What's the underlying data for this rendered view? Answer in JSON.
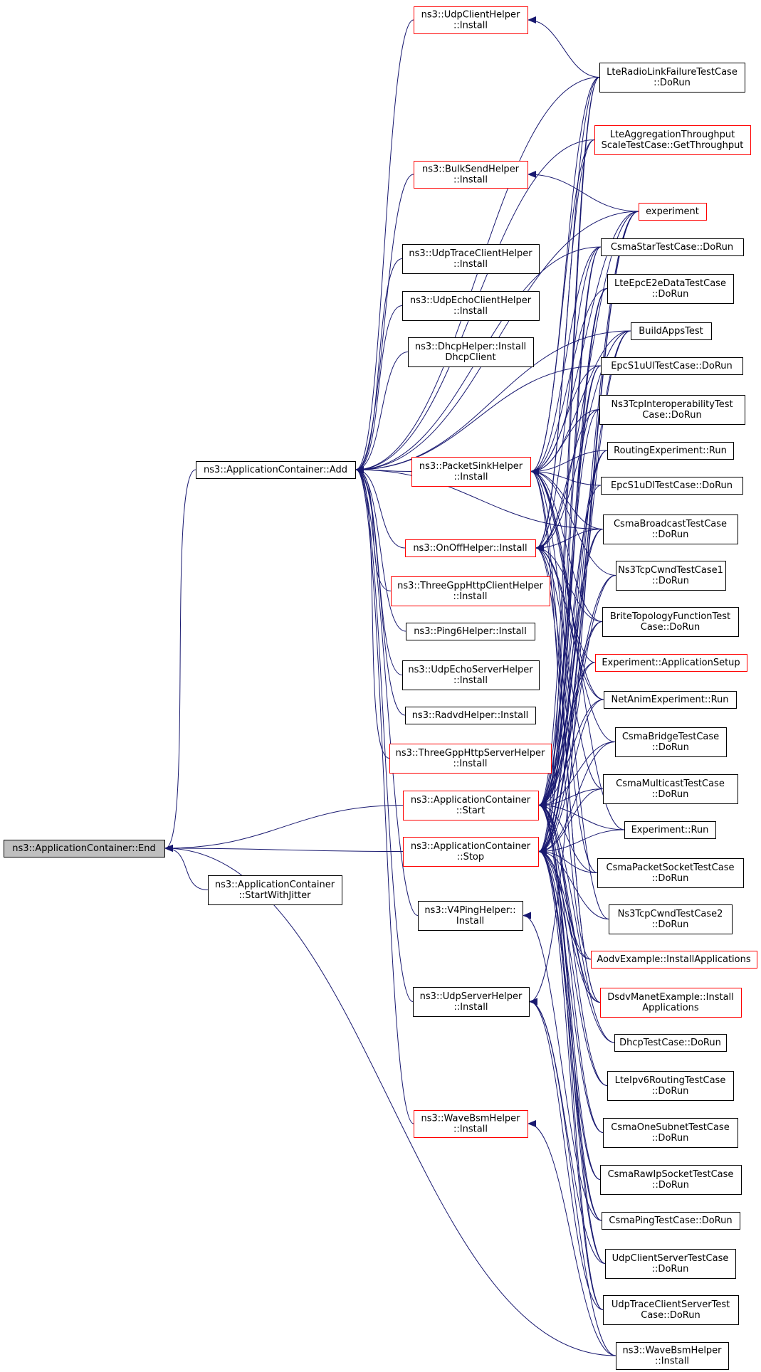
{
  "colors": {
    "edge": "#191970",
    "node_border": "#000000",
    "node_border_has_more": "#ff0000",
    "focus_fill": "#bfbfbf",
    "background": "#ffffff"
  },
  "nodes": [
    {
      "id": "end",
      "lines": [
        "ns3::ApplicationContainer::End"
      ],
      "style": "focus"
    },
    {
      "id": "add",
      "lines": [
        "ns3::ApplicationContainer::Add"
      ],
      "style": "normal"
    },
    {
      "id": "startwj",
      "lines": [
        "ns3::ApplicationContainer",
        "::StartWithJitter"
      ],
      "style": "normal"
    },
    {
      "id": "start",
      "lines": [
        "ns3::ApplicationContainer",
        "::Start"
      ],
      "style": "red"
    },
    {
      "id": "stop",
      "lines": [
        "ns3::ApplicationContainer",
        "::Stop"
      ],
      "style": "red"
    },
    {
      "id": "udpclient",
      "lines": [
        "ns3::UdpClientHelper",
        "::Install"
      ],
      "style": "red"
    },
    {
      "id": "bulksend",
      "lines": [
        "ns3::BulkSendHelper",
        "::Install"
      ],
      "style": "red"
    },
    {
      "id": "udptrace",
      "lines": [
        "ns3::UdpTraceClientHelper",
        "::Install"
      ],
      "style": "normal"
    },
    {
      "id": "udpechoclient",
      "lines": [
        "ns3::UdpEchoClientHelper",
        "::Install"
      ],
      "style": "normal"
    },
    {
      "id": "dhcp",
      "lines": [
        "ns3::DhcpHelper::Install",
        "DhcpClient"
      ],
      "style": "normal"
    },
    {
      "id": "packetsink",
      "lines": [
        "ns3::PacketSinkHelper",
        "::Install"
      ],
      "style": "red"
    },
    {
      "id": "onoff",
      "lines": [
        "ns3::OnOffHelper::Install"
      ],
      "style": "red"
    },
    {
      "id": "httpclient",
      "lines": [
        "ns3::ThreeGppHttpClientHelper",
        "::Install"
      ],
      "style": "red"
    },
    {
      "id": "ping6",
      "lines": [
        "ns3::Ping6Helper::Install"
      ],
      "style": "normal"
    },
    {
      "id": "udpechoserver",
      "lines": [
        "ns3::UdpEchoServerHelper",
        "::Install"
      ],
      "style": "normal"
    },
    {
      "id": "radvd",
      "lines": [
        "ns3::RadvdHelper::Install"
      ],
      "style": "normal"
    },
    {
      "id": "httpserver",
      "lines": [
        "ns3::ThreeGppHttpServerHelper",
        "::Install"
      ],
      "style": "red"
    },
    {
      "id": "v4ping",
      "lines": [
        "ns3::V4PingHelper::",
        "Install"
      ],
      "style": "normal"
    },
    {
      "id": "udpserver",
      "lines": [
        "ns3::UdpServerHelper",
        "::Install"
      ],
      "style": "normal"
    },
    {
      "id": "wavebsm",
      "lines": [
        "ns3::WaveBsmHelper",
        "::Install"
      ],
      "style": "red"
    },
    {
      "id": "lteradio",
      "lines": [
        "LteRadioLinkFailureTestCase",
        "::DoRun"
      ],
      "style": "normal"
    },
    {
      "id": "lteagg",
      "lines": [
        "LteAggregationThroughput",
        "ScaleTestCase::GetThroughput"
      ],
      "style": "red"
    },
    {
      "id": "experiment",
      "lines": [
        "experiment"
      ],
      "style": "red"
    },
    {
      "id": "csmastar",
      "lines": [
        "CsmaStarTestCase::DoRun"
      ],
      "style": "normal"
    },
    {
      "id": "lteepce2e",
      "lines": [
        "LteEpcE2eDataTestCase",
        "::DoRun"
      ],
      "style": "normal"
    },
    {
      "id": "buildapps",
      "lines": [
        "BuildAppsTest"
      ],
      "style": "normal"
    },
    {
      "id": "epcs1uul",
      "lines": [
        "EpcS1uUlTestCase::DoRun"
      ],
      "style": "normal"
    },
    {
      "id": "ns3tcpinterop",
      "lines": [
        "Ns3TcpInteroperabilityTest",
        "Case::DoRun"
      ],
      "style": "normal"
    },
    {
      "id": "routingexp",
      "lines": [
        "RoutingExperiment::Run"
      ],
      "style": "normal"
    },
    {
      "id": "epcs1udl",
      "lines": [
        "EpcS1uDlTestCase::DoRun"
      ],
      "style": "normal"
    },
    {
      "id": "csmabroadcast",
      "lines": [
        "CsmaBroadcastTestCase",
        "::DoRun"
      ],
      "style": "normal"
    },
    {
      "id": "ns3tcpcwnd1",
      "lines": [
        "Ns3TcpCwndTestCase1",
        "::DoRun"
      ],
      "style": "normal"
    },
    {
      "id": "brite",
      "lines": [
        "BriteTopologyFunctionTest",
        "Case::DoRun"
      ],
      "style": "normal"
    },
    {
      "id": "expappsetup",
      "lines": [
        "Experiment::ApplicationSetup"
      ],
      "style": "red"
    },
    {
      "id": "netanim",
      "lines": [
        "NetAnimExperiment::Run"
      ],
      "style": "normal"
    },
    {
      "id": "csmabridge",
      "lines": [
        "CsmaBridgeTestCase",
        "::DoRun"
      ],
      "style": "normal"
    },
    {
      "id": "csmamulticast",
      "lines": [
        "CsmaMulticastTestCase",
        "::DoRun"
      ],
      "style": "normal"
    },
    {
      "id": "exprun",
      "lines": [
        "Experiment::Run"
      ],
      "style": "normal"
    },
    {
      "id": "csmapacketsocket",
      "lines": [
        "CsmaPacketSocketTestCase",
        "::DoRun"
      ],
      "style": "normal"
    },
    {
      "id": "ns3tcpcwnd2",
      "lines": [
        "Ns3TcpCwndTestCase2",
        "::DoRun"
      ],
      "style": "normal"
    },
    {
      "id": "aodv",
      "lines": [
        "AodvExample::InstallApplications"
      ],
      "style": "red"
    },
    {
      "id": "dsdv",
      "lines": [
        "DsdvManetExample::Install",
        "Applications"
      ],
      "style": "red"
    },
    {
      "id": "dhcptest",
      "lines": [
        "DhcpTestCase::DoRun"
      ],
      "style": "normal"
    },
    {
      "id": "lteipv6",
      "lines": [
        "LteIpv6RoutingTestCase",
        "::DoRun"
      ],
      "style": "normal"
    },
    {
      "id": "csmaonesubnet",
      "lines": [
        "CsmaOneSubnetTestCase",
        "::DoRun"
      ],
      "style": "normal"
    },
    {
      "id": "csmarawip",
      "lines": [
        "CsmaRawIpSocketTestCase",
        "::DoRun"
      ],
      "style": "normal"
    },
    {
      "id": "csmaping",
      "lines": [
        "CsmaPingTestCase::DoRun"
      ],
      "style": "normal"
    },
    {
      "id": "udpcs",
      "lines": [
        "UdpClientServerTestCase",
        "::DoRun"
      ],
      "style": "normal"
    },
    {
      "id": "udptracecs",
      "lines": [
        "UdpTraceClientServerTest",
        "Case::DoRun"
      ],
      "style": "normal"
    },
    {
      "id": "wavebsm2",
      "lines": [
        "ns3::WaveBsmHelper",
        "::Install"
      ],
      "style": "normal"
    }
  ],
  "edges": [
    [
      "add",
      "end"
    ],
    [
      "start",
      "end"
    ],
    [
      "stop",
      "end"
    ],
    [
      "startwj",
      "end"
    ],
    [
      "wavebsm2",
      "end"
    ],
    [
      "udpclient",
      "add"
    ],
    [
      "lteradio",
      "add"
    ],
    [
      "lteagg",
      "add"
    ],
    [
      "experiment",
      "add"
    ],
    [
      "bulksend",
      "add"
    ],
    [
      "csmastar",
      "add"
    ],
    [
      "udptrace",
      "add"
    ],
    [
      "udpechoclient",
      "add"
    ],
    [
      "dhcp",
      "add"
    ],
    [
      "buildapps",
      "add"
    ],
    [
      "epcs1uul",
      "add"
    ],
    [
      "packetsink",
      "add"
    ],
    [
      "onoff",
      "add"
    ],
    [
      "csmabroadcast",
      "add"
    ],
    [
      "httpclient",
      "add"
    ],
    [
      "ping6",
      "add"
    ],
    [
      "udpechoserver",
      "add"
    ],
    [
      "radvd",
      "add"
    ],
    [
      "httpserver",
      "add"
    ],
    [
      "v4ping",
      "add"
    ],
    [
      "udpserver",
      "add"
    ],
    [
      "wavebsm",
      "add"
    ],
    [
      "lteradio",
      "udpclient"
    ],
    [
      "experiment",
      "bulksend"
    ],
    [
      "lteradio",
      "packetsink"
    ],
    [
      "lteagg",
      "packetsink"
    ],
    [
      "experiment",
      "packetsink"
    ],
    [
      "csmastar",
      "packetsink"
    ],
    [
      "lteepce2e",
      "packetsink"
    ],
    [
      "buildapps",
      "packetsink"
    ],
    [
      "epcs1uul",
      "packetsink"
    ],
    [
      "ns3tcpinterop",
      "packetsink"
    ],
    [
      "routingexp",
      "packetsink"
    ],
    [
      "epcs1udl",
      "packetsink"
    ],
    [
      "csmabroadcast",
      "packetsink"
    ],
    [
      "ns3tcpcwnd1",
      "packetsink"
    ],
    [
      "brite",
      "packetsink"
    ],
    [
      "expappsetup",
      "packetsink"
    ],
    [
      "netanim",
      "packetsink"
    ],
    [
      "exprun",
      "packetsink"
    ],
    [
      "ns3tcpcwnd2",
      "packetsink"
    ],
    [
      "aodv",
      "packetsink"
    ],
    [
      "dsdv",
      "packetsink"
    ],
    [
      "lteradio",
      "onoff"
    ],
    [
      "lteagg",
      "onoff"
    ],
    [
      "experiment",
      "onoff"
    ],
    [
      "csmastar",
      "onoff"
    ],
    [
      "buildapps",
      "onoff"
    ],
    [
      "ns3tcpinterop",
      "onoff"
    ],
    [
      "csmabroadcast",
      "onoff"
    ],
    [
      "brite",
      "onoff"
    ],
    [
      "netanim",
      "onoff"
    ],
    [
      "csmabridge",
      "onoff"
    ],
    [
      "csmamulticast",
      "onoff"
    ],
    [
      "csmapacketsocket",
      "onoff"
    ],
    [
      "dsdv",
      "onoff"
    ],
    [
      "lteradio",
      "start"
    ],
    [
      "experiment",
      "start"
    ],
    [
      "csmastar",
      "start"
    ],
    [
      "lteepce2e",
      "start"
    ],
    [
      "buildapps",
      "start"
    ],
    [
      "epcs1uul",
      "start"
    ],
    [
      "ns3tcpinterop",
      "start"
    ],
    [
      "routingexp",
      "start"
    ],
    [
      "epcs1udl",
      "start"
    ],
    [
      "csmabroadcast",
      "start"
    ],
    [
      "ns3tcpcwnd1",
      "start"
    ],
    [
      "brite",
      "start"
    ],
    [
      "expappsetup",
      "start"
    ],
    [
      "netanim",
      "start"
    ],
    [
      "csmabridge",
      "start"
    ],
    [
      "csmamulticast",
      "start"
    ],
    [
      "exprun",
      "start"
    ],
    [
      "csmapacketsocket",
      "start"
    ],
    [
      "aodv",
      "start"
    ],
    [
      "dsdv",
      "start"
    ],
    [
      "dhcptest",
      "start"
    ],
    [
      "lteipv6",
      "start"
    ],
    [
      "csmaonesubnet",
      "start"
    ],
    [
      "csmarawip",
      "start"
    ],
    [
      "csmaping",
      "start"
    ],
    [
      "udpcs",
      "start"
    ],
    [
      "udptracecs",
      "start"
    ],
    [
      "lteradio",
      "stop"
    ],
    [
      "experiment",
      "stop"
    ],
    [
      "csmastar",
      "stop"
    ],
    [
      "lteepce2e",
      "stop"
    ],
    [
      "buildapps",
      "stop"
    ],
    [
      "epcs1uul",
      "stop"
    ],
    [
      "routingexp",
      "stop"
    ],
    [
      "csmabroadcast",
      "stop"
    ],
    [
      "ns3tcpcwnd1",
      "stop"
    ],
    [
      "brite",
      "stop"
    ],
    [
      "expappsetup",
      "stop"
    ],
    [
      "netanim",
      "stop"
    ],
    [
      "csmabridge",
      "stop"
    ],
    [
      "csmamulticast",
      "stop"
    ],
    [
      "exprun",
      "stop"
    ],
    [
      "csmapacketsocket",
      "stop"
    ],
    [
      "ns3tcpcwnd2",
      "stop"
    ],
    [
      "aodv",
      "stop"
    ],
    [
      "dsdv",
      "stop"
    ],
    [
      "dhcptest",
      "stop"
    ],
    [
      "lteipv6",
      "stop"
    ],
    [
      "csmaonesubnet",
      "stop"
    ],
    [
      "csmarawip",
      "stop"
    ],
    [
      "csmaping",
      "stop"
    ],
    [
      "udpcs",
      "stop"
    ],
    [
      "udptracecs",
      "stop"
    ],
    [
      "csmaping",
      "v4ping"
    ],
    [
      "experiment",
      "udpserver"
    ],
    [
      "udpcs",
      "udpserver"
    ],
    [
      "udptracecs",
      "udpserver"
    ],
    [
      "wavebsm2",
      "udpserver"
    ],
    [
      "wavebsm2",
      "wavebsm"
    ]
  ]
}
